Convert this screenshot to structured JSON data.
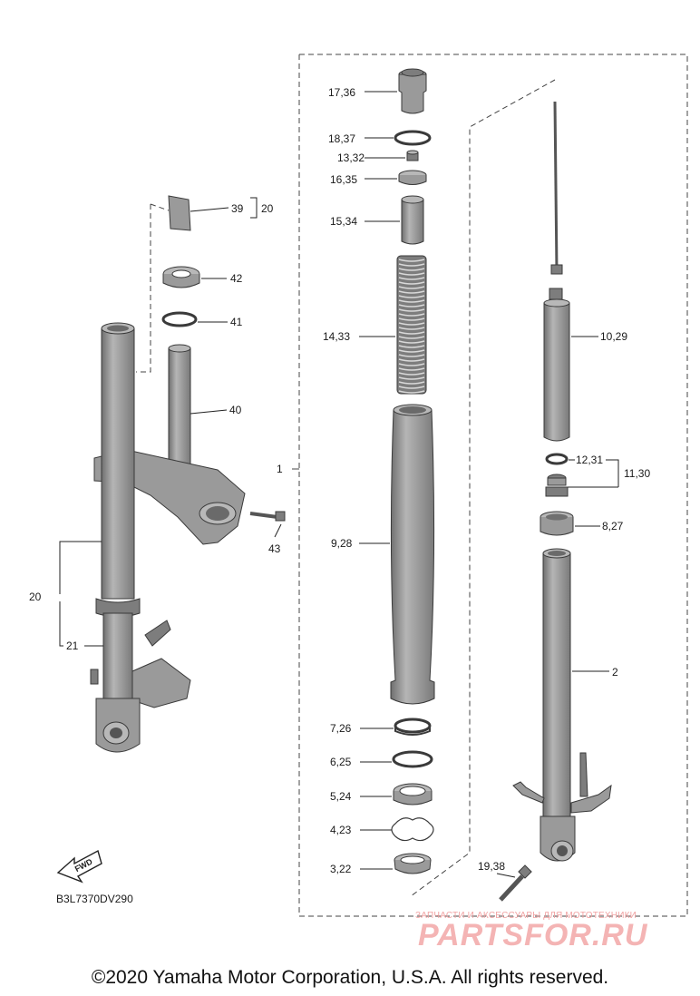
{
  "diagram_code": "B3L7370DV290",
  "fwd_arrow": "FWD",
  "copyright": "©2020 Yamaha Motor Corporation, U.S.A. All rights reserved.",
  "watermark": {
    "tagline": "ЗАПЧАСТИ И АКСЕССУАРЫ ДЛЯ МОТОТЕХНИКИ",
    "brand": "PARTSFOR.RU"
  },
  "labels": {
    "l1736": "17,36",
    "l1837": "18,37",
    "l1332": "13,32",
    "l1635": "16,35",
    "l1534": "15,34",
    "l1433": "14,33",
    "l928": "9,28",
    "l726": "7,26",
    "l625": "6,25",
    "l524": "5,24",
    "l423": "4,23",
    "l322": "3,22",
    "l1029": "10,29",
    "l1231": "12,31",
    "l1130": "11,30",
    "l827": "8,27",
    "l2": "2",
    "l1938": "19,38",
    "l39": "39",
    "l20a": "20",
    "l42": "42",
    "l41": "41",
    "l40": "40",
    "l1": "1",
    "l43": "43",
    "l20b": "20",
    "l21": "21"
  }
}
